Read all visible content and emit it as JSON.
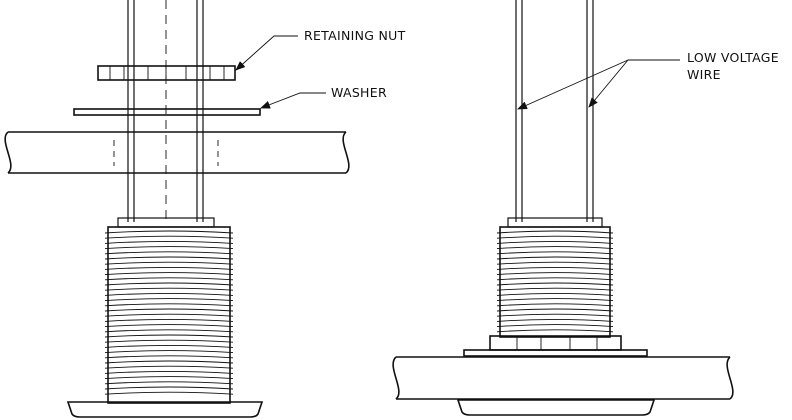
{
  "figure": {
    "labels": {
      "retaining_nut": "RETAINING NUT",
      "washer": "WASHER",
      "low_voltage_wire_line1": "LOW VOLTAGE",
      "low_voltage_wire_line2": "WIRE"
    }
  }
}
